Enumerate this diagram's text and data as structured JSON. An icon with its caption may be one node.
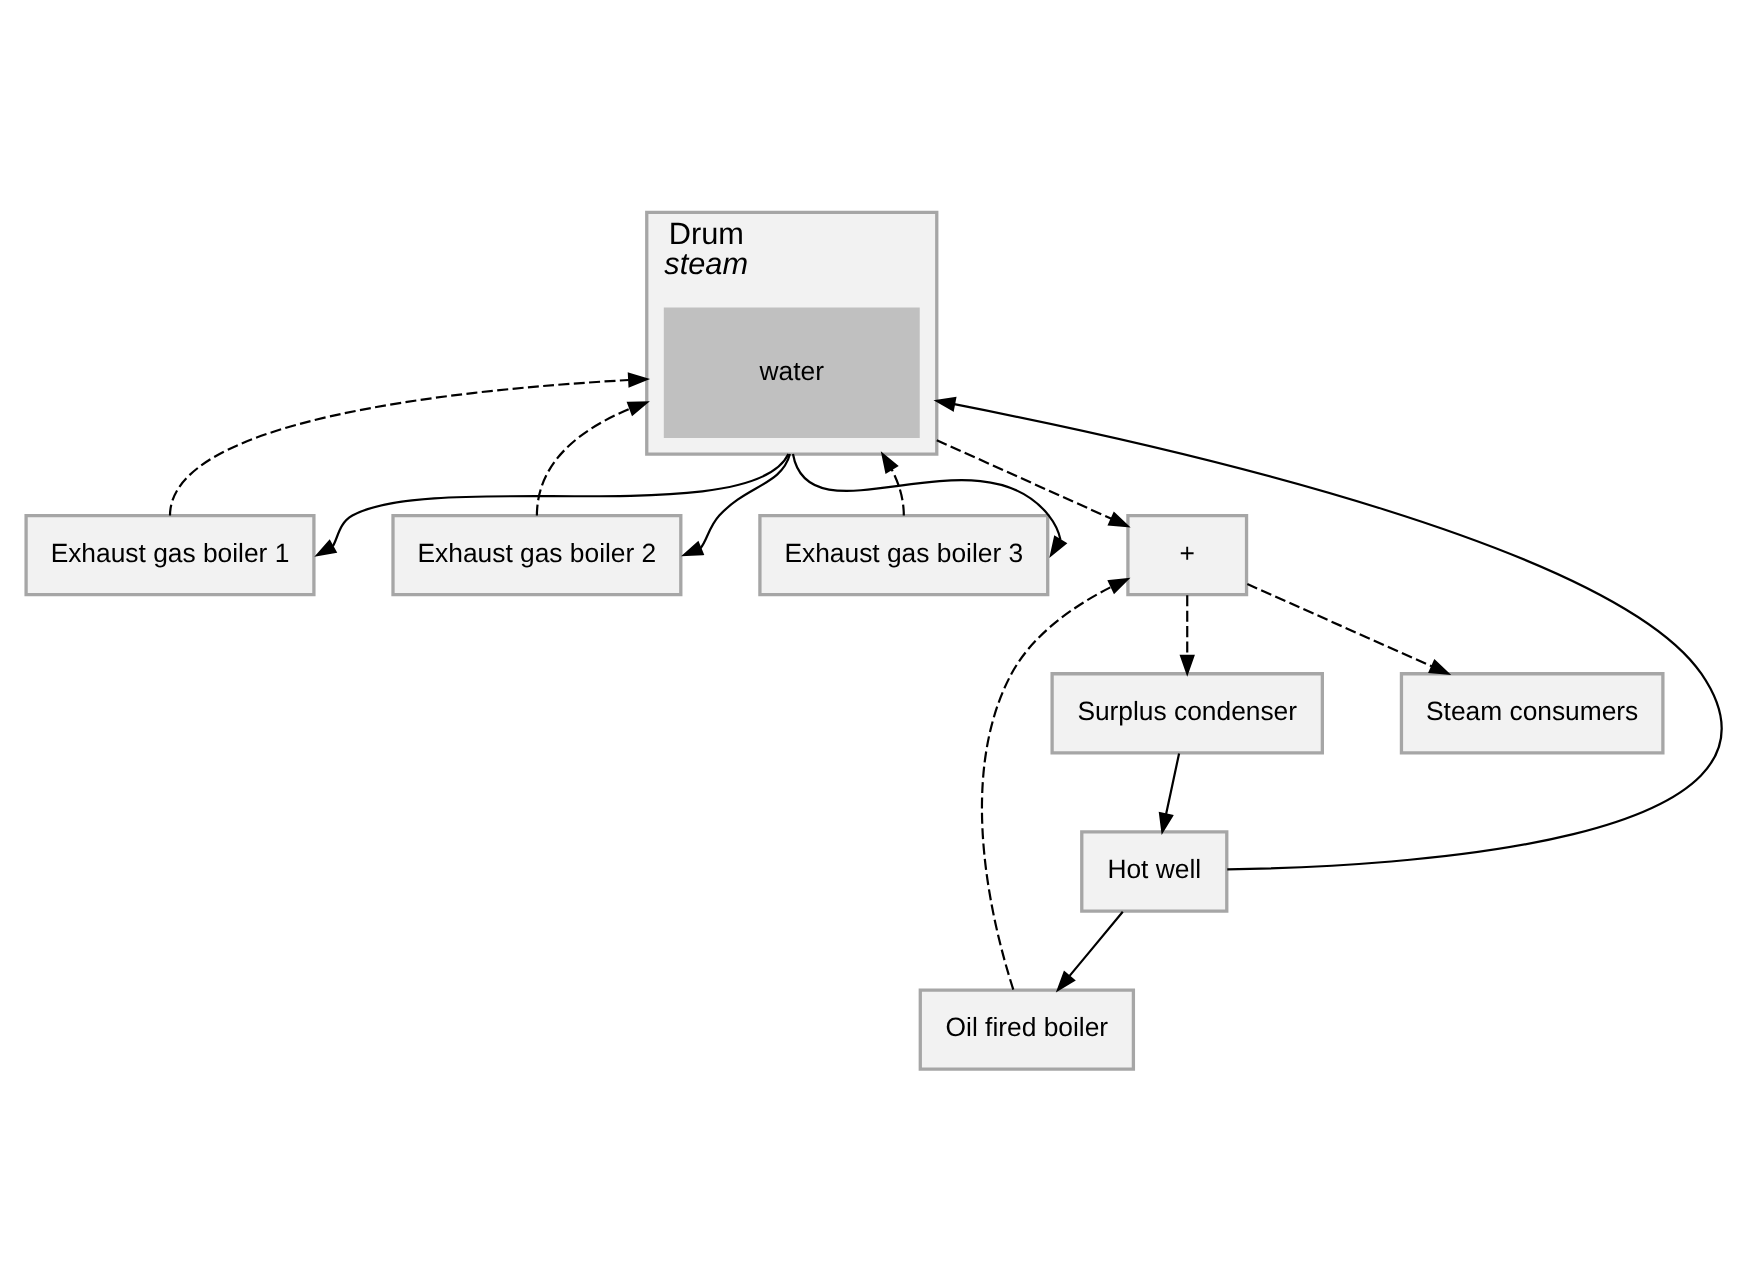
{
  "diagram": {
    "nodes": [
      {
        "text": [
          "Drum",
          "steam"
        ]
      },
      {
        "text": [
          "water"
        ],
        "in": 0
      },
      {
        "text": [
          "Exhaust gas boiler 1"
        ]
      },
      {
        "text": [
          "Exhaust gas boiler 2"
        ]
      },
      {
        "text": [
          "Exhaust gas boiler 3"
        ]
      },
      {
        "text": [
          "+"
        ]
      },
      {
        "text": [
          "Steam consumers"
        ]
      },
      {
        "text": [
          "Oil fired boiler"
        ]
      },
      {
        "text": [
          "Surplus condenser"
        ]
      },
      {
        "text": [
          "Hot well"
        ]
      }
    ],
    "edges": [
      {
        "from": 2,
        "to": 0,
        "arrow": "to",
        "style": "dashed"
      },
      {
        "from": 3,
        "to": 0,
        "arrow": "to",
        "style": "dashed"
      },
      {
        "from": 4,
        "to": 0,
        "arrow": "to",
        "style": "dashed"
      },
      {
        "from": 0,
        "to": 2,
        "arrow": "to"
      },
      {
        "from": 0,
        "to": 3,
        "arrow": "to"
      },
      {
        "from": 0,
        "to": 4,
        "arrow": "to"
      },
      {
        "from": 9,
        "to": 0,
        "arrow": "to"
      },
      {
        "from": 0,
        "to": 5,
        "arrow": "to",
        "style": "dashed"
      },
      {
        "from": 7,
        "to": 5,
        "arrow": "to",
        "style": "dashed"
      },
      {
        "from": 5,
        "to": 6,
        "arrow": "to",
        "style": "dashed"
      },
      {
        "from": 5,
        "to": 8,
        "arrow": "to",
        "style": "dashed"
      },
      {
        "from": 8,
        "to": 9,
        "arrow": "to"
      },
      {
        "from": 9,
        "to": 7,
        "arrow": "to"
      }
    ]
  }
}
